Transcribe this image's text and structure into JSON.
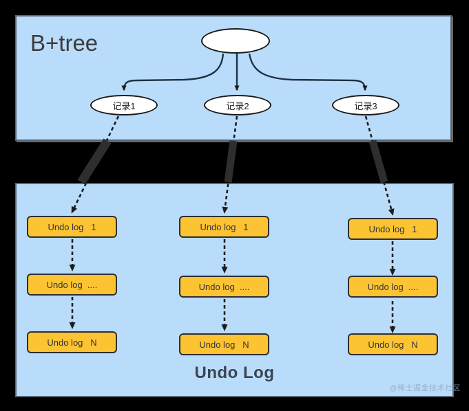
{
  "diagram": {
    "title_btree": "B+tree",
    "title_undo": "Undo Log",
    "watermark": "@稀土掘金技术社区",
    "colors": {
      "panel_fill": "#badcfb",
      "panel_border": "#5a6472",
      "log_fill": "#fcc333",
      "log_border": "#2f2f2f",
      "node_fill": "#ffffff",
      "node_border": "#1b1b1b",
      "background": "#000000",
      "text": "#343434"
    },
    "btree": {
      "root": {
        "label": ""
      },
      "records": [
        {
          "label": "记录1"
        },
        {
          "label": "记录2"
        },
        {
          "label": "记录3"
        }
      ]
    },
    "undo_log": {
      "columns": [
        {
          "entries": [
            {
              "label": "Undo log   1"
            },
            {
              "label": "Undo log  ...."
            },
            {
              "label": "Undo log   N"
            }
          ]
        },
        {
          "entries": [
            {
              "label": "Undo log   1"
            },
            {
              "label": "Undo log  ...."
            },
            {
              "label": "Undo log   N"
            }
          ]
        },
        {
          "entries": [
            {
              "label": "Undo log   1"
            },
            {
              "label": "Undo log  ...."
            },
            {
              "label": "Undo log   N"
            }
          ]
        }
      ]
    }
  }
}
